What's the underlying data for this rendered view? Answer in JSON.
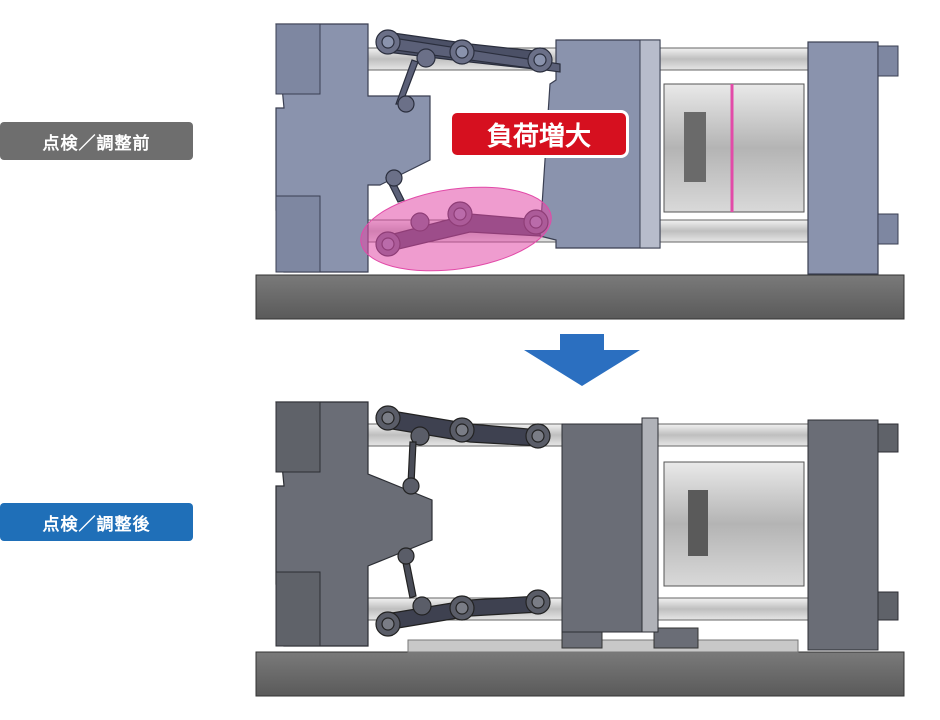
{
  "labels": {
    "before": "点検／調整前",
    "after": "点検／調整後"
  },
  "callout": {
    "text": "負荷増大"
  },
  "colors": {
    "before_label_bg": "#6e6e6e",
    "after_label_bg": "#1f6fb8",
    "callout_bg": "#d6101f",
    "arrow": "#2b6fc0",
    "highlight": "#e24aa8",
    "machine_top": "#8a93ad",
    "machine_bottom": "#6a6d76"
  },
  "icons": {
    "transition": "down-arrow-icon"
  }
}
